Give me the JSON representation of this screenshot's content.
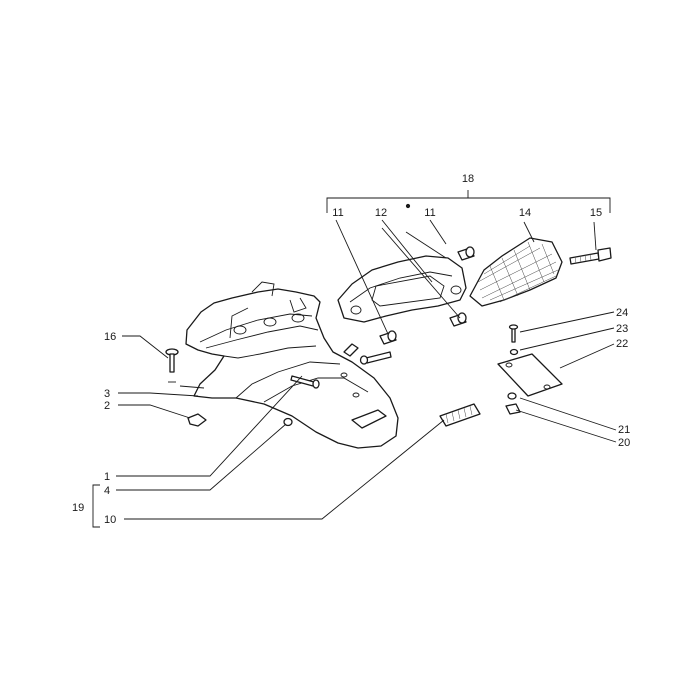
{
  "diagram": {
    "callouts": [
      "18",
      "11",
      "12",
      "11",
      "14",
      "15",
      "24",
      "23",
      "22",
      "21",
      "20",
      "16",
      "3",
      "2",
      "1",
      "4",
      "19",
      "10"
    ]
  }
}
